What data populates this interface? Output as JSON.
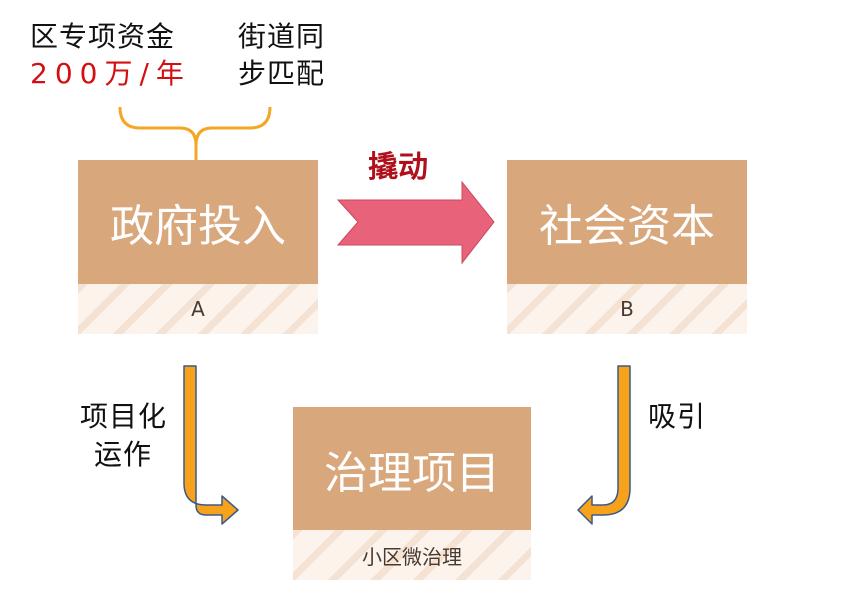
{
  "funding": {
    "line1": "区专项资金",
    "amount": "200万/年",
    "match_line1": "街道同",
    "match_line2": "步匹配"
  },
  "boxes": {
    "government": {
      "title": "政府投入",
      "sub": "A"
    },
    "social": {
      "title": "社会资本",
      "sub": "B"
    },
    "governance": {
      "title": "治理项目",
      "sub": "小区微治理"
    }
  },
  "arrows": {
    "leverage_label": "撬动",
    "project_ops_line1": "项目化",
    "project_ops_line2": "运作",
    "attract_label": "吸引"
  },
  "colors": {
    "box_fill": "#d9a77c",
    "bracket": "#f5a623",
    "pink_arrow": "#e8637a",
    "orange_arrow": "#f7a21b",
    "verb_text": "#b0101b",
    "amount_text": "#d20f12"
  }
}
